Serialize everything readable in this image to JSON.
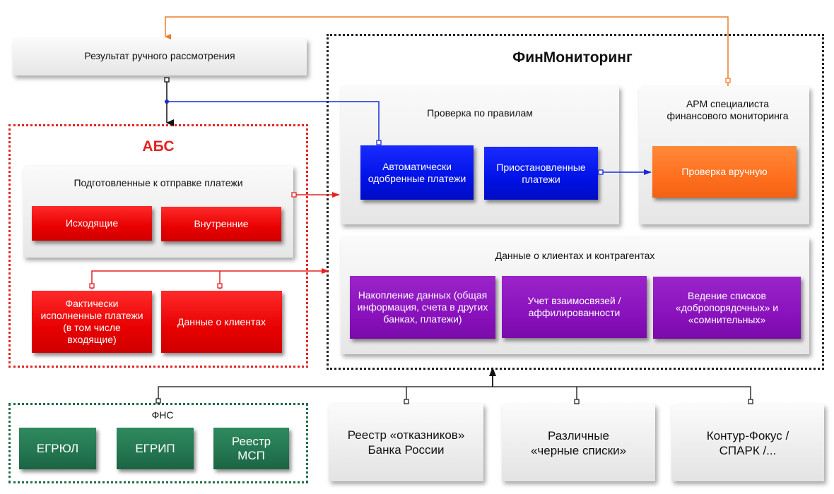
{
  "manual_review": {
    "label": "Результат ручного рассмотрения"
  },
  "finmon": {
    "title": "ФинМониторинг",
    "rules_check": {
      "title": "Проверка по правилам",
      "auto_approved": "Автоматически одобренные платежи",
      "suspended": "Приостановленные платежи"
    },
    "arm": {
      "title": "АРМ специалиста финансового мониторинга",
      "manual_check": "Проверка вручную"
    },
    "client_data": {
      "title": "Данные о клиентах и контрагентах",
      "accumulation": "Накопление данных (общая информация, счета в других банках, платежи)",
      "relations": "Учет взаимосвязей / аффилированности",
      "lists": "Ведение списков «добропорядочных» и «сомнительных»"
    }
  },
  "abs": {
    "title": "АБС",
    "prepared": {
      "title": "Подготовленные к отправке платежи",
      "outgoing": "Исходящие",
      "internal": "Внутренние"
    },
    "executed": "Фактически исполненные платежи (в том числе входящие)",
    "client_data": "Данные о клиентах"
  },
  "fns": {
    "title": "ФНС",
    "egrul": "ЕГРЮЛ",
    "egrip": "ЕГРИП",
    "msp": "Реестр МСП"
  },
  "sources": {
    "refusals": "Реестр «отказников» Банка России",
    "blacklists": "Различные «черные списки»",
    "kontur": "Контур-Фокус / СПАРК /..."
  },
  "colors": {
    "abs_frame": "#e52222",
    "finmon_frame": "#222222",
    "fns_frame": "#1f6e46",
    "red_box": "#e80000",
    "blue_box": "#0012e6",
    "orange_box": "#ff6f1e",
    "purple_box": "#8a12bd",
    "green_box": "#237550",
    "connector_orange": "#f07a2a",
    "connector_blue": "#1a2bd6",
    "connector_red": "#e52222"
  }
}
